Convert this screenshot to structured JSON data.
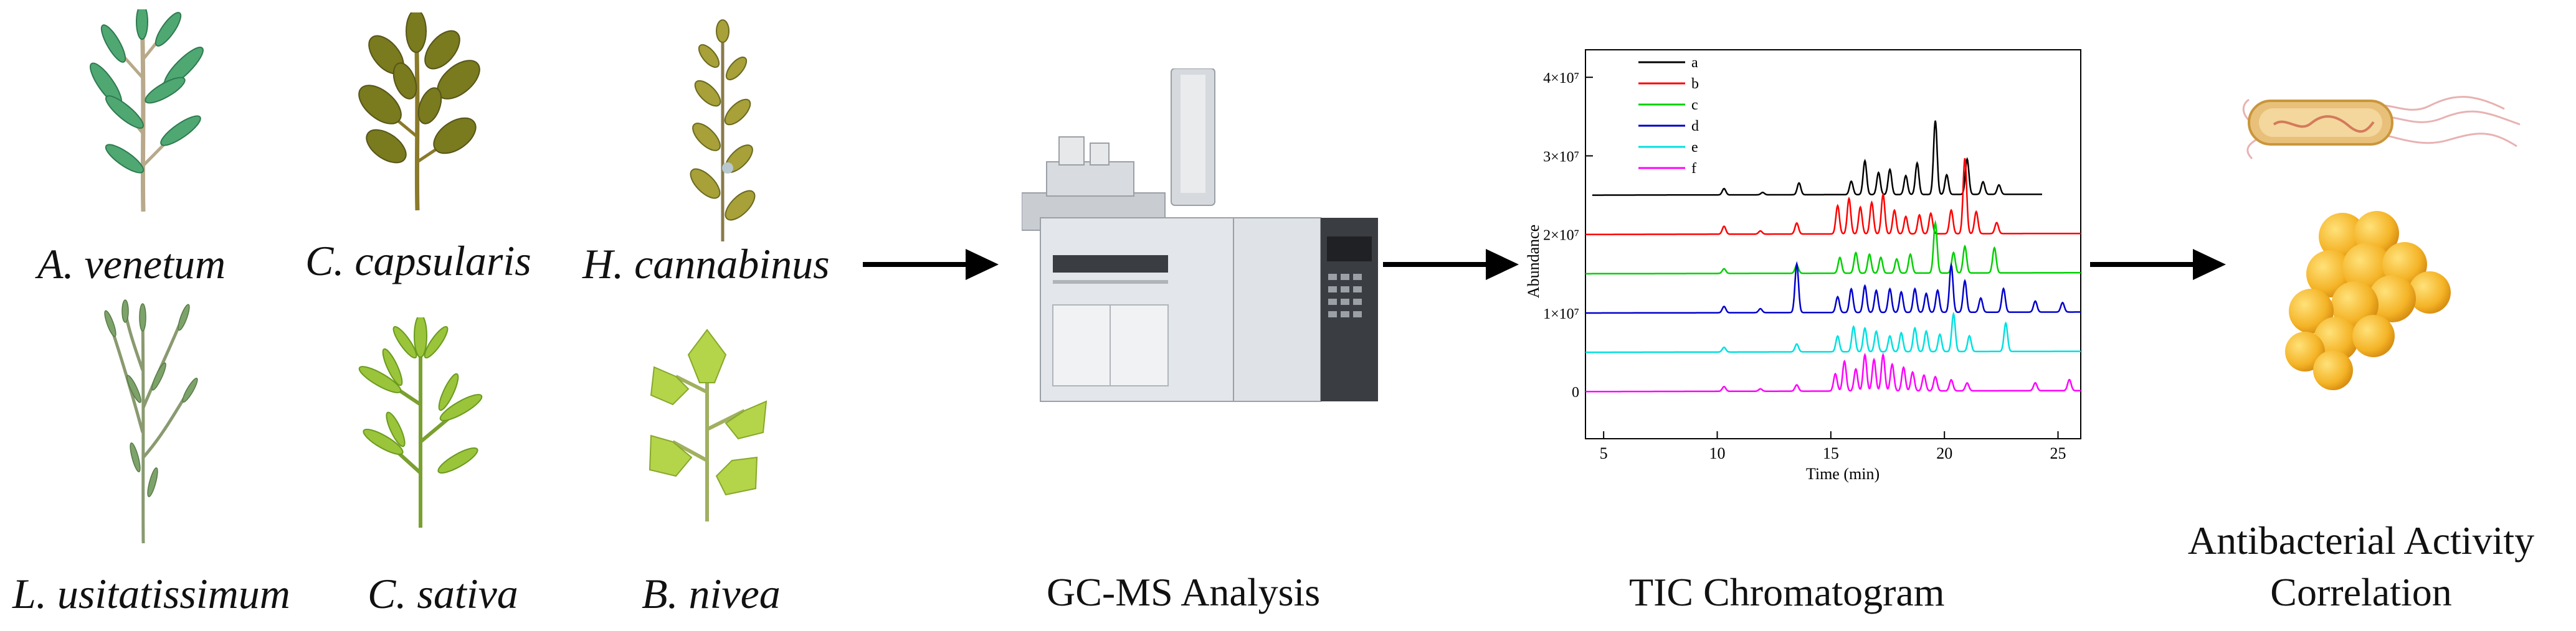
{
  "plants": [
    {
      "id": "a-venetum",
      "label": "A. venetum"
    },
    {
      "id": "c-capsularis",
      "label": "C. capsularis"
    },
    {
      "id": "h-cannabinus",
      "label": "H. cannabinus"
    },
    {
      "id": "l-usitatissimum",
      "label": "L. usitatissimum"
    },
    {
      "id": "c-sativa",
      "label": "C. sativa"
    },
    {
      "id": "b-nivea",
      "label": "B. nivea"
    }
  ],
  "steps": {
    "gcms": "GC-MS Analysis",
    "tic": "TIC Chromatogram",
    "antibacterial_line1": "Antibacterial Activity",
    "antibacterial_line2": "Correlation"
  },
  "chart_data": {
    "type": "line",
    "title": "",
    "xlabel": "Time (min)",
    "ylabel": "Abundance",
    "xlim": [
      4.2,
      26
    ],
    "ylim": [
      -0.6,
      4.35
    ],
    "y_unit_multiplier": "×10^7",
    "x_ticks": [
      5,
      10,
      15,
      20,
      25
    ],
    "y_ticks": [
      {
        "value": 0,
        "label": "0"
      },
      {
        "value": 1,
        "label": "1×10⁷"
      },
      {
        "value": 2,
        "label": "2×10⁷"
      },
      {
        "value": 3,
        "label": "3×10⁷"
      },
      {
        "value": 4,
        "label": "4×10⁷"
      }
    ],
    "legend_position": "top-left",
    "series": [
      {
        "name": "a",
        "color": "#000000",
        "baseline": 2.5,
        "x_end": 24.3,
        "peaks": [
          [
            10.3,
            0.08
          ],
          [
            12.0,
            0.03
          ],
          [
            13.6,
            0.15
          ],
          [
            15.9,
            0.17
          ],
          [
            16.5,
            0.43
          ],
          [
            17.1,
            0.28
          ],
          [
            17.6,
            0.32
          ],
          [
            18.3,
            0.24
          ],
          [
            18.8,
            0.4
          ],
          [
            19.6,
            0.94
          ],
          [
            20.1,
            0.25
          ],
          [
            21.0,
            0.45
          ],
          [
            21.7,
            0.16
          ],
          [
            22.4,
            0.12
          ]
        ]
      },
      {
        "name": "b",
        "color": "#ff0000",
        "baseline": 2.0,
        "x_end": 26,
        "peaks": [
          [
            10.3,
            0.1
          ],
          [
            11.9,
            0.04
          ],
          [
            13.5,
            0.14
          ],
          [
            15.3,
            0.36
          ],
          [
            15.8,
            0.45
          ],
          [
            16.3,
            0.34
          ],
          [
            16.8,
            0.4
          ],
          [
            17.3,
            0.5
          ],
          [
            17.8,
            0.3
          ],
          [
            18.3,
            0.22
          ],
          [
            18.9,
            0.24
          ],
          [
            19.4,
            0.26
          ],
          [
            20.3,
            0.3
          ],
          [
            20.9,
            0.96
          ],
          [
            21.4,
            0.28
          ],
          [
            22.3,
            0.14
          ]
        ]
      },
      {
        "name": "c",
        "color": "#00d000",
        "baseline": 1.5,
        "x_end": 26,
        "peaks": [
          [
            10.3,
            0.06
          ],
          [
            13.5,
            0.1
          ],
          [
            15.4,
            0.2
          ],
          [
            16.1,
            0.26
          ],
          [
            16.7,
            0.24
          ],
          [
            17.2,
            0.2
          ],
          [
            17.9,
            0.18
          ],
          [
            18.5,
            0.24
          ],
          [
            19.6,
            0.64
          ],
          [
            20.4,
            0.26
          ],
          [
            20.9,
            0.34
          ],
          [
            22.2,
            0.32
          ]
        ]
      },
      {
        "name": "d",
        "color": "#0000cc",
        "baseline": 1.0,
        "x_end": 26,
        "peaks": [
          [
            10.3,
            0.08
          ],
          [
            11.9,
            0.05
          ],
          [
            13.5,
            0.62
          ],
          [
            15.3,
            0.2
          ],
          [
            15.9,
            0.3
          ],
          [
            16.5,
            0.34
          ],
          [
            17.0,
            0.28
          ],
          [
            17.6,
            0.3
          ],
          [
            18.1,
            0.26
          ],
          [
            18.7,
            0.3
          ],
          [
            19.2,
            0.24
          ],
          [
            19.7,
            0.28
          ],
          [
            20.3,
            0.6
          ],
          [
            20.9,
            0.4
          ],
          [
            21.6,
            0.18
          ],
          [
            22.6,
            0.3
          ],
          [
            24.0,
            0.14
          ],
          [
            25.2,
            0.12
          ]
        ]
      },
      {
        "name": "e",
        "color": "#00e0e0",
        "baseline": 0.5,
        "x_end": 26,
        "peaks": [
          [
            10.3,
            0.06
          ],
          [
            13.5,
            0.1
          ],
          [
            15.3,
            0.2
          ],
          [
            16.0,
            0.32
          ],
          [
            16.5,
            0.3
          ],
          [
            17.0,
            0.26
          ],
          [
            17.6,
            0.2
          ],
          [
            18.1,
            0.24
          ],
          [
            18.7,
            0.3
          ],
          [
            19.2,
            0.26
          ],
          [
            19.8,
            0.22
          ],
          [
            20.4,
            0.48
          ],
          [
            21.1,
            0.2
          ],
          [
            22.7,
            0.36
          ]
        ]
      },
      {
        "name": "f",
        "color": "#ff00ff",
        "baseline": 0.0,
        "x_end": 26,
        "peaks": [
          [
            10.3,
            0.06
          ],
          [
            11.9,
            0.03
          ],
          [
            13.5,
            0.08
          ],
          [
            15.2,
            0.22
          ],
          [
            15.6,
            0.38
          ],
          [
            16.1,
            0.28
          ],
          [
            16.5,
            0.46
          ],
          [
            16.9,
            0.4
          ],
          [
            17.3,
            0.46
          ],
          [
            17.7,
            0.34
          ],
          [
            18.2,
            0.3
          ],
          [
            18.6,
            0.24
          ],
          [
            19.1,
            0.2
          ],
          [
            19.6,
            0.18
          ],
          [
            20.3,
            0.14
          ],
          [
            21.0,
            0.1
          ],
          [
            24.0,
            0.1
          ],
          [
            25.5,
            0.14
          ]
        ]
      }
    ]
  },
  "colors": {
    "leaf_green": "#4fa872",
    "leaf_olive": "#7a7a1e",
    "leaf_yellowgreen": "#9ac43a",
    "stem": "#b7a98a",
    "instrument_body": "#e3e6ea",
    "instrument_dark": "#3a3d42",
    "bacteria_yellow": "#f4b326",
    "bacteria_tan": "#e8c07a"
  },
  "icons": [
    "plant-icon",
    "gc-ms-instrument-icon",
    "rod-bacterium-icon",
    "coccus-cluster-icon",
    "arrow-icon"
  ]
}
